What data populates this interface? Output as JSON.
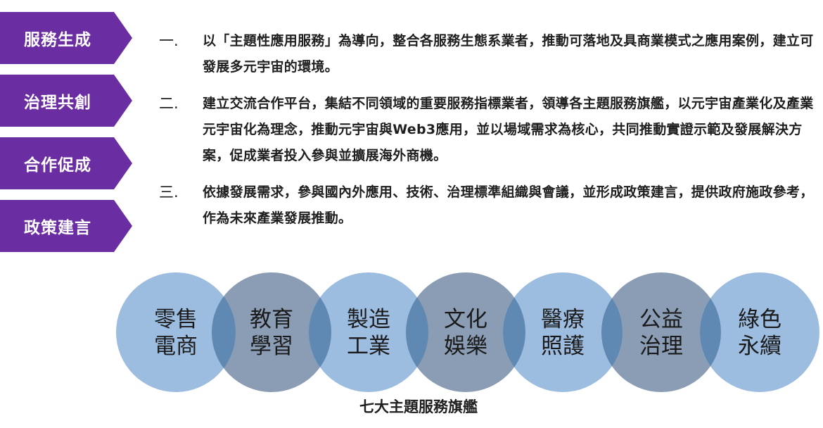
{
  "tags": [
    "服務生成",
    "治理共創",
    "合作促成",
    "政策建言"
  ],
  "items": [
    {
      "num": "一.",
      "text": "以「主題性應用服務」為導向，整合各服務生態系業者，推動可落地及具商業模式之應用案例，建立可發展多元宇宙的環境。"
    },
    {
      "num": "二.",
      "text": "建立交流合作平台，集結不同領域的重要服務指標業者，領導各主題服務旗艦，以元宇宙產業化及產業元宇宙化為理念，推動元宇宙與Web3應用，並以場域需求為核心，共同推動實證示範及發展解決方案，促成業者投入參與並擴展海外商機。"
    },
    {
      "num": "三.",
      "text": "依據發展需求，參與國內外應用、技術、治理標準組織與會議，並形成政策建言，提供政府施政參考，作為未來產業發展推動。"
    }
  ],
  "flagships": [
    {
      "line1": "零售",
      "line2": "電商"
    },
    {
      "line1": "教育",
      "line2": "學習"
    },
    {
      "line1": "製造",
      "line2": "工業"
    },
    {
      "line1": "文化",
      "line2": "娛樂"
    },
    {
      "line1": "醫療",
      "line2": "照護"
    },
    {
      "line1": "公益",
      "line2": "治理"
    },
    {
      "line1": "綠色",
      "line2": "永續"
    }
  ],
  "caption": "七大主題服務旗艦",
  "colors": {
    "tag": "#6a2da2",
    "circle_light": "#9dbde0",
    "circle_dark": "#8a9db5",
    "overlap": "#5f88b2"
  }
}
